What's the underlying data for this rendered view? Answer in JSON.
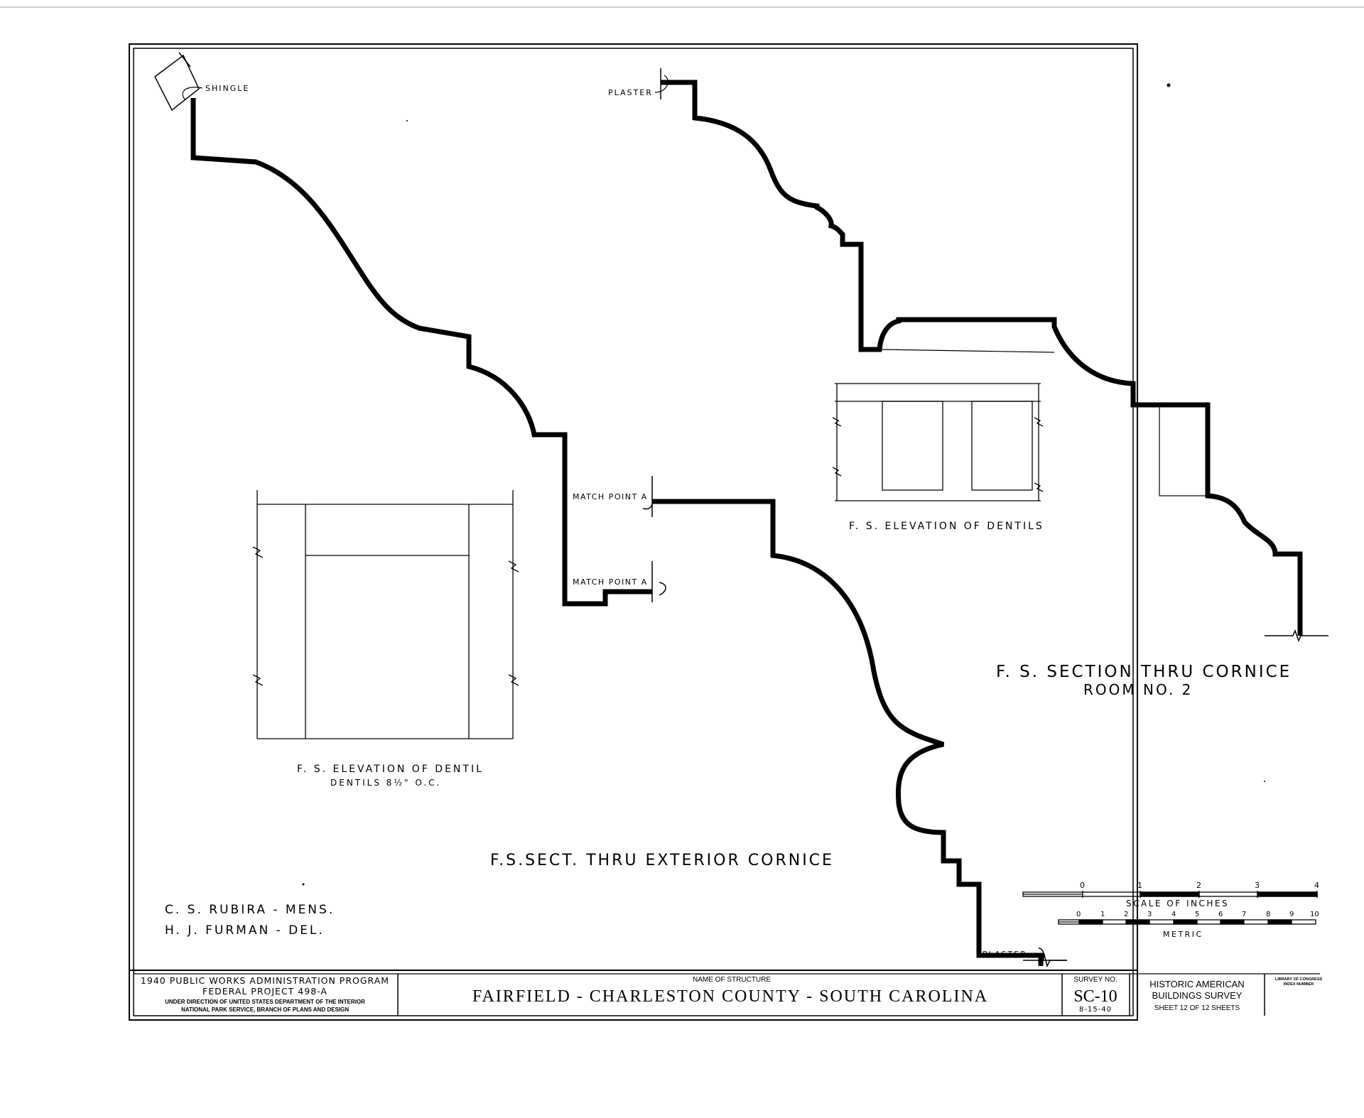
{
  "labels": {
    "shingle": "SHINGLE",
    "plaster_top": "PLASTER",
    "match_point_1": "MATCH POINT A",
    "match_point_2": "MATCH POINT A",
    "plaster_bottom": "PLASTER",
    "dentils_elevation": "F. S. ELEVATION OF DENTILS",
    "dentil_elevation": "F. S. ELEVATION OF DENTIL",
    "dentil_spacing": "DENTILS 8½\" O.C.",
    "section_room_title": "F. S. SECTION THRU CORNICE",
    "section_room_sub": "ROOM NO. 2",
    "exterior_section_title": "F.S.SECT. THRU EXTERIOR CORNICE",
    "measured_by": "C. S. RUBIRA - MENS.",
    "drawn_by": "H. J. FURMAN - DEL."
  },
  "scales": {
    "inches_ticks": [
      "0",
      "1",
      "2",
      "3",
      "4"
    ],
    "inches_label": "SCALE OF INCHES",
    "metric_ticks": [
      "0",
      "1",
      "2",
      "3",
      "4",
      "5",
      "6",
      "7",
      "8",
      "9",
      "10"
    ],
    "metric_label": "METRIC"
  },
  "title_block": {
    "program_line1": "1940 PUBLIC WORKS ADMINISTRATION PROGRAM",
    "program_line2": "FEDERAL PROJECT 498-A",
    "program_line3": "UNDER DIRECTION OF UNITED STATES DEPARTMENT OF THE INTERIOR",
    "program_line4": "NATIONAL PARK SERVICE, BRANCH OF PLANS AND DESIGN",
    "structure_caption": "NAME OF STRUCTURE",
    "structure_name": "FAIRFIELD - CHARLESTON COUNTY - SOUTH CAROLINA",
    "survey_caption": "SURVEY NO.",
    "survey_number": "SC-10",
    "survey_date": "8-15-40",
    "habs_line1": "HISTORIC AMERICAN",
    "habs_line2": "BUILDINGS SURVEY",
    "sheet_info": "SHEET 12 OF 12 SHEETS",
    "loc_line1": "LIBRARY OF CONGRESS",
    "loc_line2": "INDEX NUMBER"
  }
}
